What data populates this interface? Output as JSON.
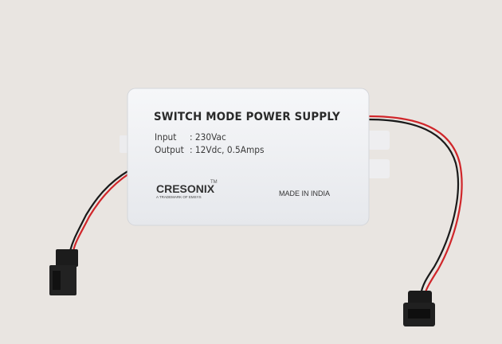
{
  "label": {
    "title": "SWITCH MODE POWER SUPPLY",
    "input_label": "Input",
    "input_value": ": 230Vac",
    "output_label": "Output",
    "output_value": ": 12Vdc, 0.5Amps",
    "brand": "CRESONIX",
    "trademark_symbol": "TM",
    "brand_subtitle": "A TRADEMARK OF EMSYS",
    "origin": "MADE IN INDIA"
  },
  "colors": {
    "background": "#e9e5e1",
    "enclosure": "#f4f5f7",
    "wire_red": "#d0262a",
    "wire_black": "#1a1a1a"
  }
}
